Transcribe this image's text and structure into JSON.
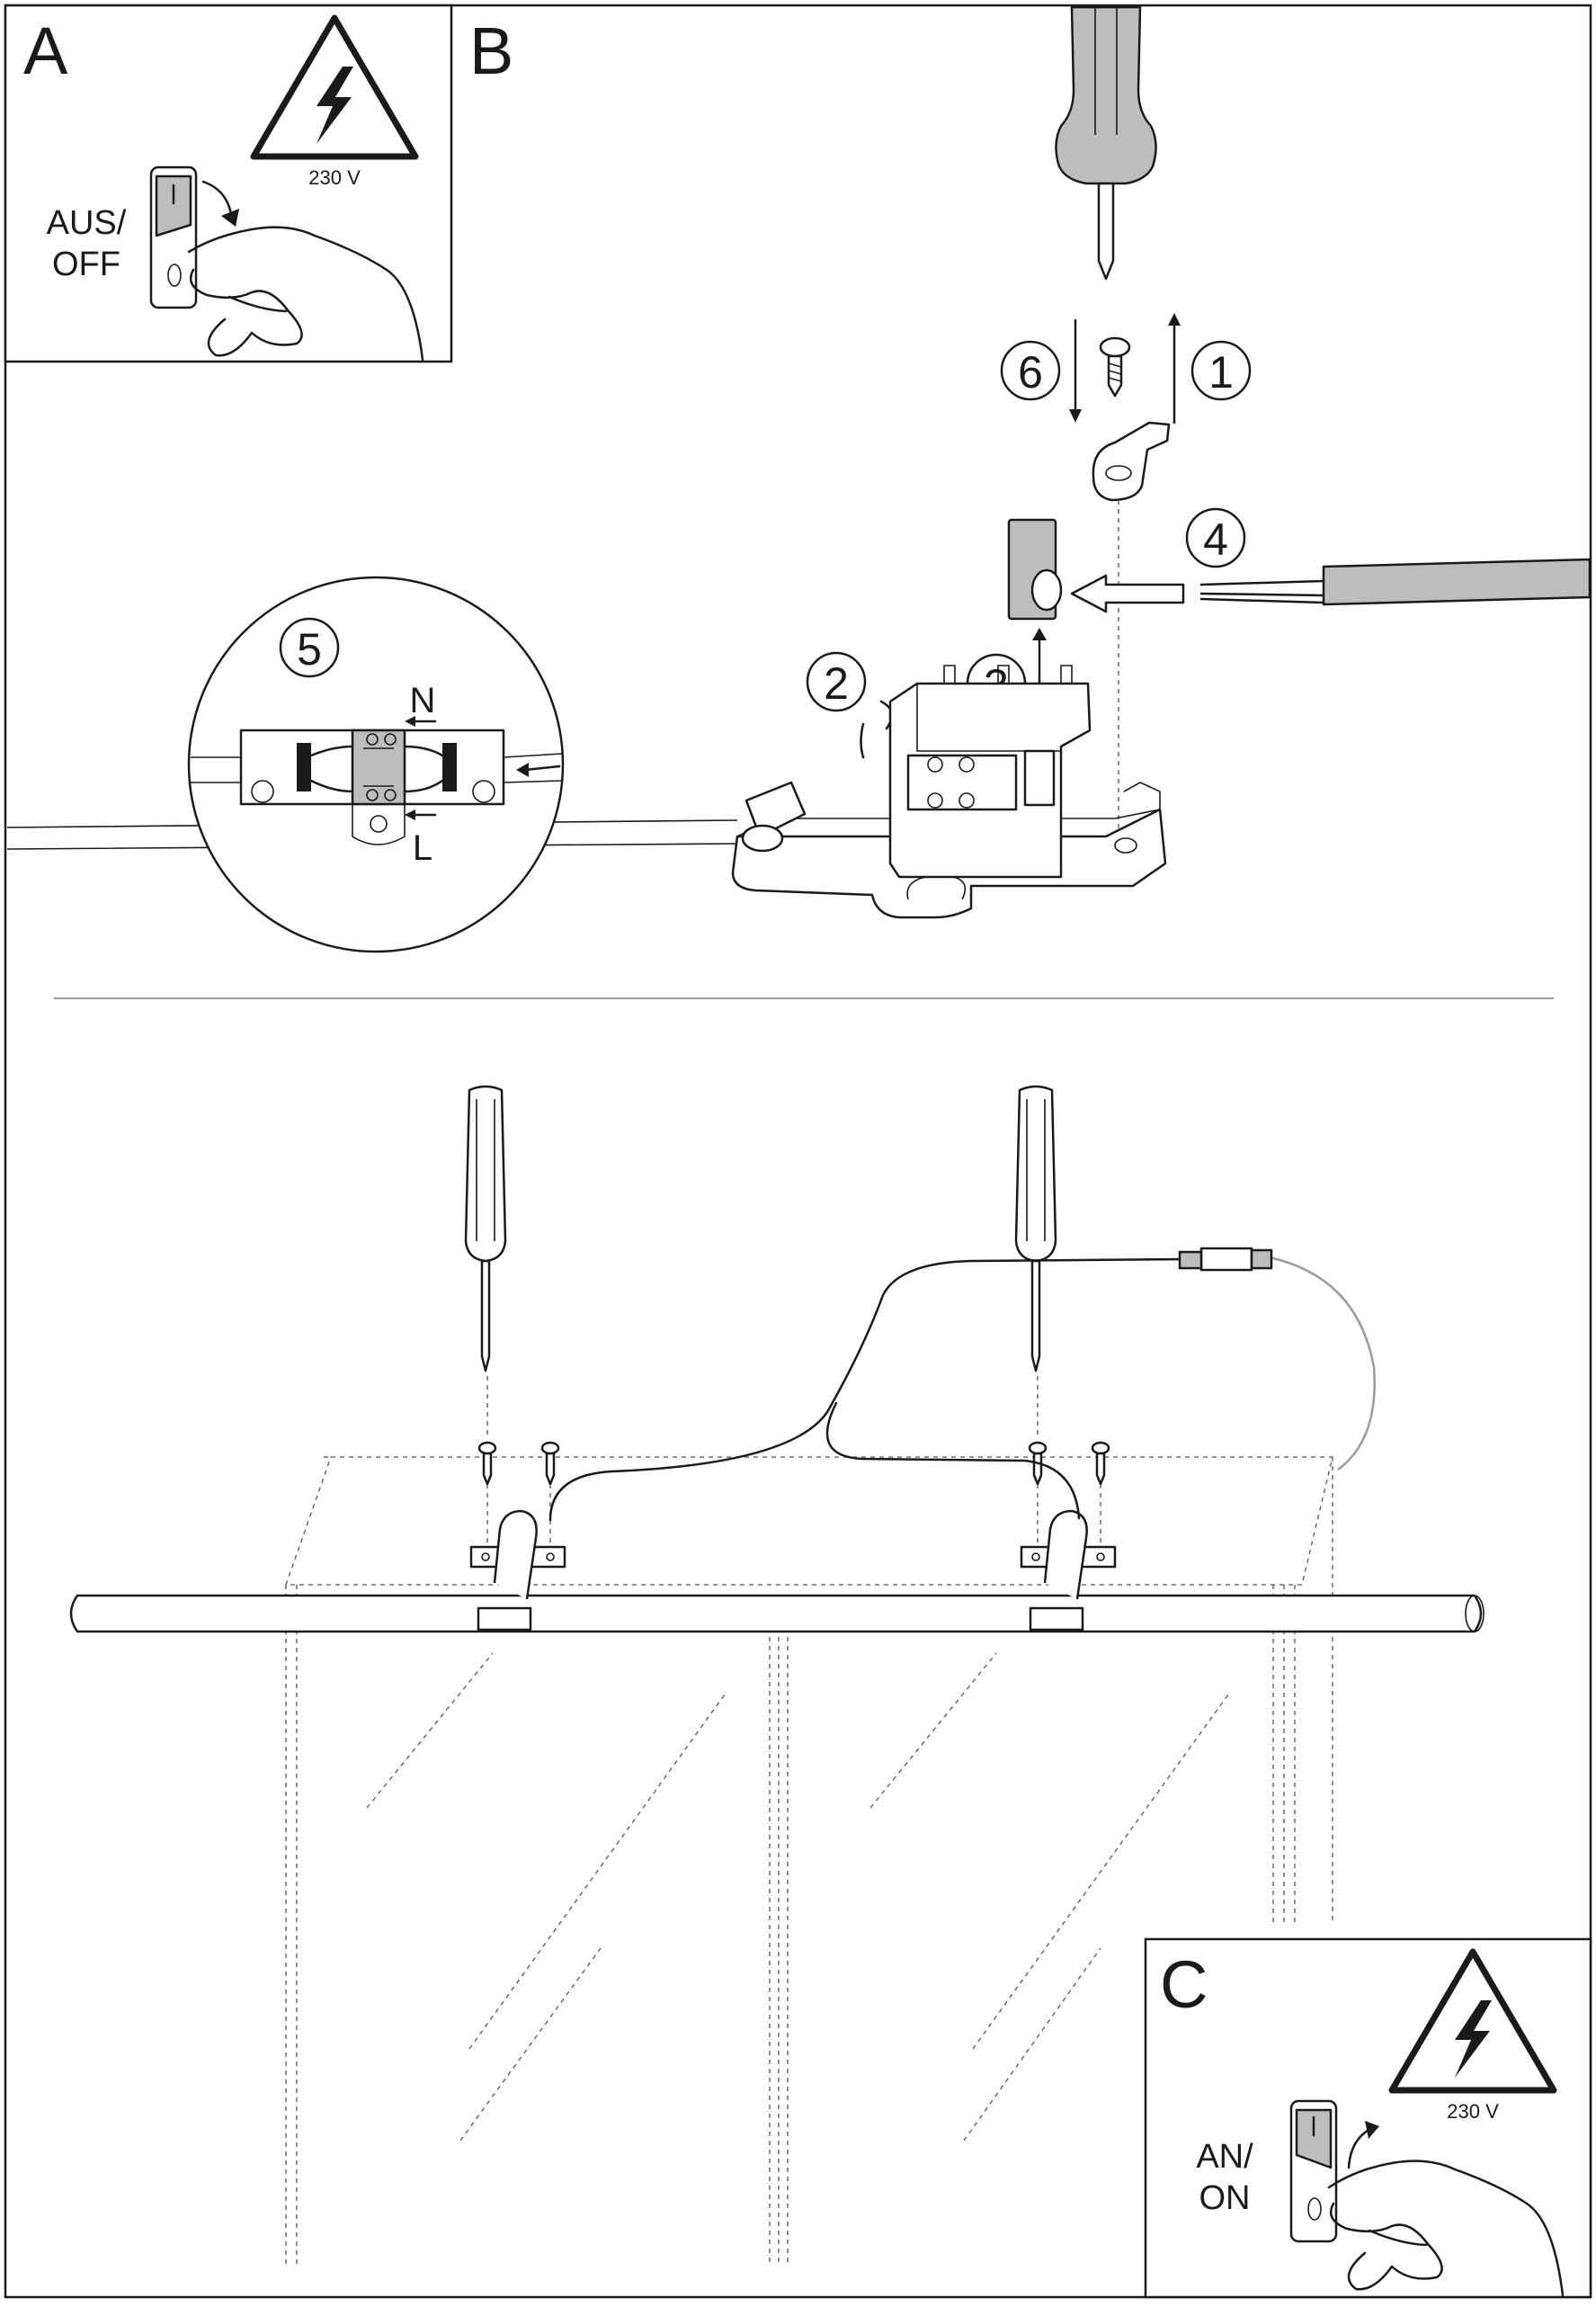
{
  "panels": {
    "a": {
      "letter": "A",
      "voltage": "230 V",
      "switch_line1": "AUS/",
      "switch_line2": "OFF"
    },
    "b": {
      "letter": "B",
      "steps": [
        "1",
        "2",
        "3",
        "4",
        "5",
        "6"
      ],
      "terminal_n": "N",
      "terminal_l": "L"
    },
    "c": {
      "letter": "C",
      "voltage": "230 V",
      "switch_line1": "AN/",
      "switch_line2": "ON"
    }
  },
  "icons": {
    "warning": "high-voltage-warning-icon",
    "screwdriver": "screwdriver-icon",
    "switch": "wall-switch-icon",
    "hand": "hand-icon"
  },
  "colors": {
    "line": "#1a1a1a",
    "part_fill": "#bdbdbd",
    "background": "#ffffff"
  }
}
